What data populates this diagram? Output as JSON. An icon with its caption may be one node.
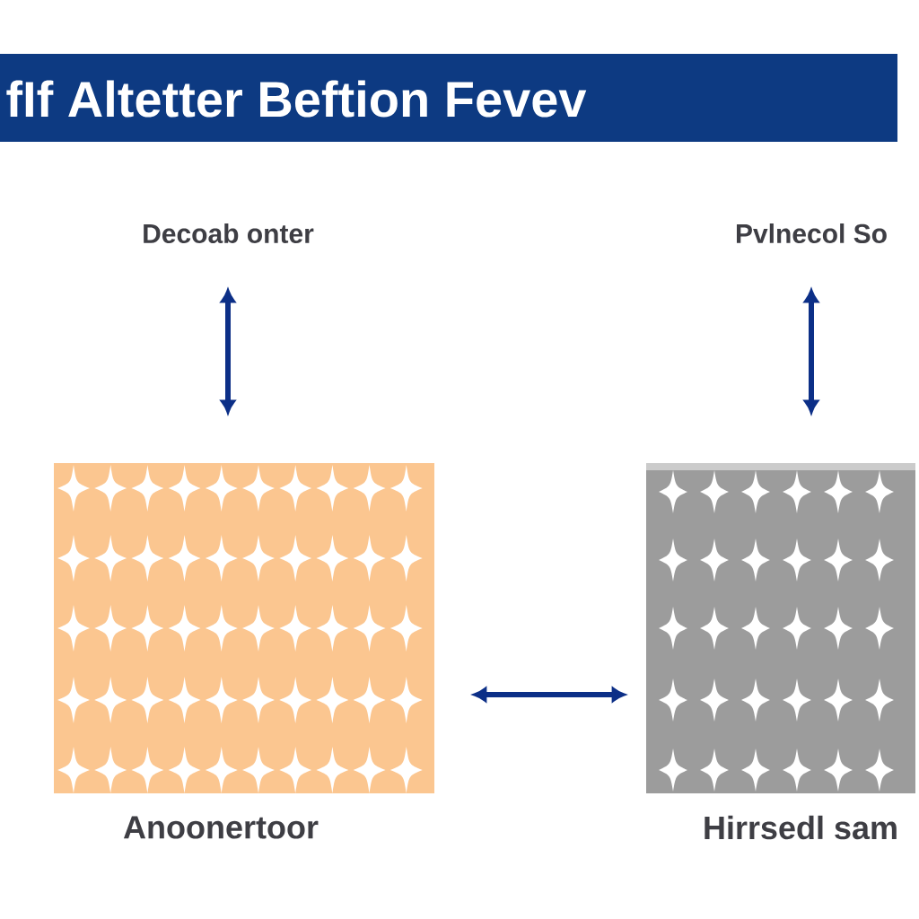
{
  "diagram": {
    "title": "fIf Altetter Beftion Fevev",
    "nodes": [
      {
        "text": [
          "Decoab onter"
        ]
      },
      {
        "text": [
          "Pvlnecol So"
        ]
      },
      {
        "text": [],
        "shape": "box",
        "beside": [
          "Anoonertoor"
        ]
      },
      {
        "text": [],
        "shape": "box",
        "beside": [
          "Hirrsedl sam"
        ]
      }
    ],
    "edges": [
      {
        "from": 0,
        "to": 2,
        "arrow": "both"
      },
      {
        "from": 1,
        "to": 3,
        "arrow": "both"
      },
      {
        "from": 2,
        "to": 3,
        "arrow": "both"
      }
    ]
  }
}
